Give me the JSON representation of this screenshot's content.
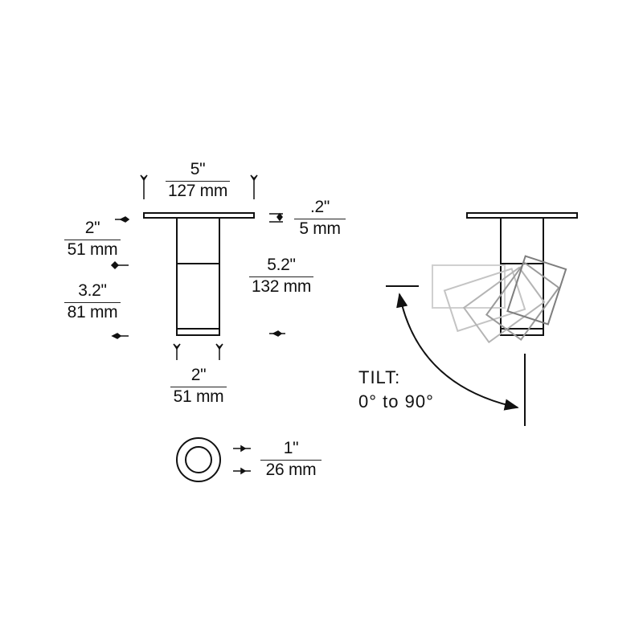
{
  "dimensions": {
    "width": {
      "inch": "5\"",
      "mm": "127 mm"
    },
    "canopy_height": {
      "inch": ".2\"",
      "mm": "5 mm"
    },
    "upper_height": {
      "inch": "2\"",
      "mm": "51 mm"
    },
    "lower_height": {
      "inch": "3.2\"",
      "mm": "81 mm"
    },
    "total_height": {
      "inch": "5.2\"",
      "mm": "132 mm"
    },
    "body_width": {
      "inch": "2\"",
      "mm": "51 mm"
    },
    "aperture": {
      "inch": "1\"",
      "mm": "26 mm"
    }
  },
  "tilt": {
    "label": "TILT:",
    "range": "0° to 90°"
  },
  "colors": {
    "line": "#111111",
    "ghost_light": "#c8c8c8",
    "ghost_mid": "#9a9a9a",
    "ghost_dark": "#6e6e6e"
  }
}
